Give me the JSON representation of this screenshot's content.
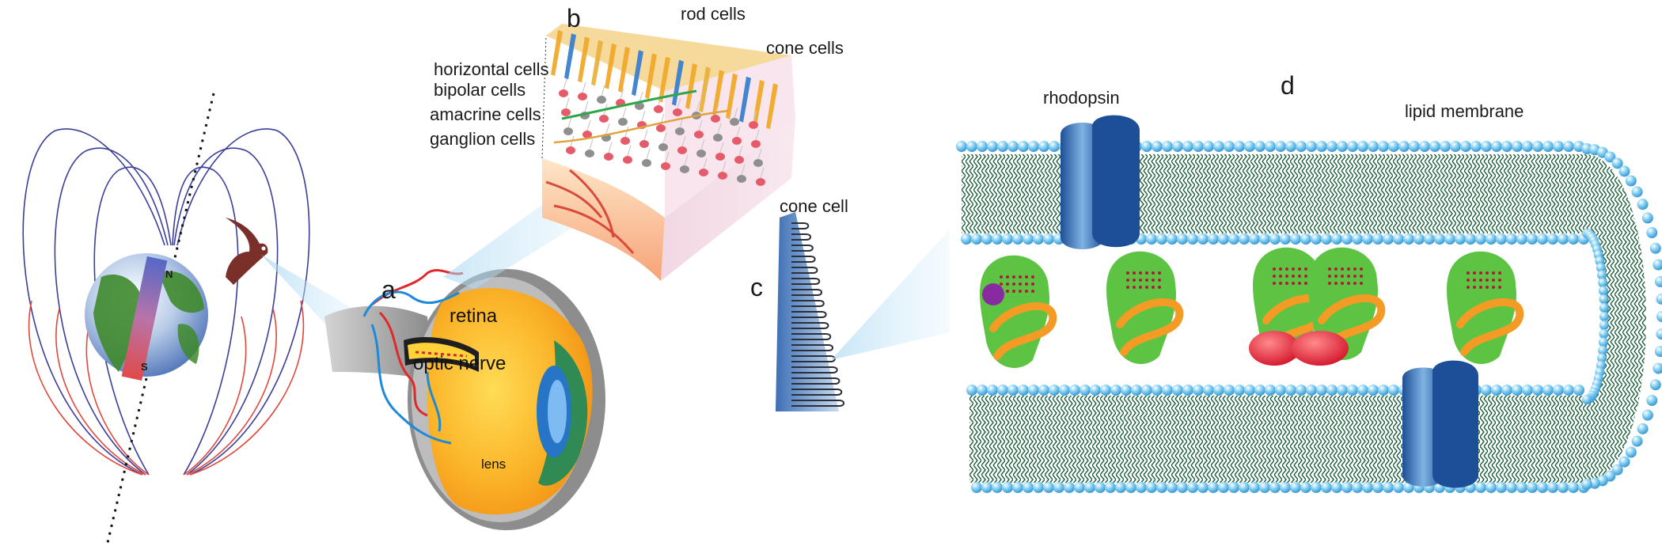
{
  "panels": {
    "a": "a",
    "b": "b",
    "c": "c",
    "d": "d"
  },
  "retina_layers": {
    "horizontal": "horizontal cells",
    "bipolar": "bipolar cells",
    "amacrine": "amacrine cells",
    "ganglion": "ganglion cells"
  },
  "photoreceptors": {
    "rod": "rod cells",
    "cone": "cone cells"
  },
  "eye": {
    "retina": "retina",
    "optic_nerve": "optic nerve",
    "lens": "lens"
  },
  "cone_cell": "cone cell",
  "membrane": {
    "rhodopsin": "rhodopsin",
    "lipid": "lipid membrane"
  },
  "earth": {
    "north": "N",
    "south": "S"
  },
  "colors": {
    "field_north": "#3a3f9a",
    "field_south": "#e0483c",
    "retina_orange": "#f7a21c",
    "lipid_head": "#6cc4ee",
    "lipid_tail": "#1d5a36",
    "protein_green": "#5dc443",
    "rhodopsin_blue": "#2a6fb5"
  }
}
